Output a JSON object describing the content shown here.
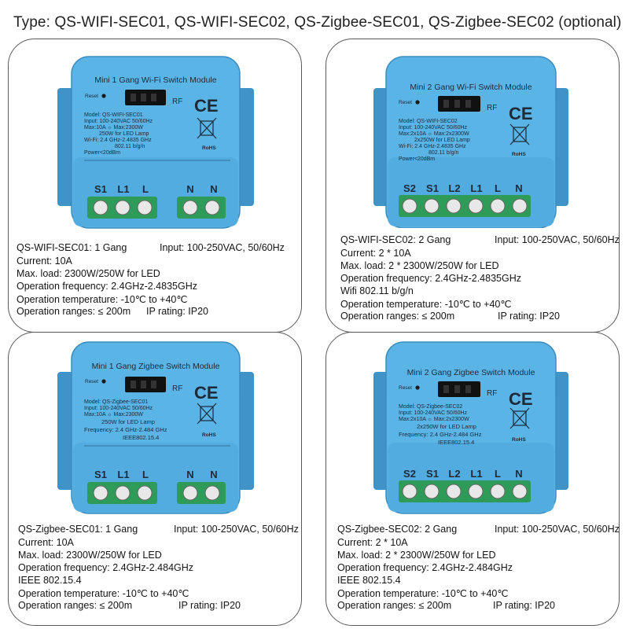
{
  "title": "Type: QS-WIFI-SEC01, QS-WIFI-SEC02, QS-Zigbee-SEC01, QS-Zigbee-SEC02 (optional)",
  "colors": {
    "device_body": "#5ab4e6",
    "device_shadow": "#3f93c6",
    "terminal": "#2e9c58",
    "text_dark": "#1d2a38"
  },
  "cards": [
    {
      "device": {
        "header": "Mini 1 Gang Wi-Fi Switch Module",
        "reset": "Reset",
        "rf": "RF",
        "ce": "CE",
        "rohs": "RoHS",
        "lines": [
          "Model: QS-WIFI-SEC01",
          "Input: 100-240VAC 50/60Hz",
          "Max:10A ☼ Max:2300W",
          "250W for LED Lamp",
          "Wi-Fi: 2.4 GHz-2.4835 GHz",
          "802.11 b/g/n",
          "Power<20dBm"
        ],
        "terminals": [
          "S1",
          "L1",
          "L",
          "N",
          "N"
        ]
      },
      "specs": {
        "name": "QS-WIFI-SEC01: 1 Gang",
        "input": "Input: 100-250VAC, 50/60Hz",
        "current": "Current: 10A",
        "load": "Max.  load: 2300W/250W for LED",
        "freq": "Operation frequency: 2.4GHz-2.4835GHz",
        "temp": "Operation temperature: -10℃ to +40℃",
        "range": "Operation ranges: ≤ 200m",
        "ip": "IP rating: IP20"
      }
    },
    {
      "device": {
        "header": "Mini 2 Gang Wi-Fi Switch Module",
        "reset": "Reset",
        "rf": "RF",
        "ce": "CE",
        "rohs": "RoHS",
        "lines": [
          "Model: QS-WIFI-SEC02",
          "Input: 100-240VAC 50/60Hz",
          "Max:2x10A ☼ Max:2x2300W",
          "2x250W for LED Lamp",
          "Wi-Fi: 2.4 GHz-2.4835 GHz",
          "802.11 b/g/n",
          "Power<20dBm"
        ],
        "terminals": [
          "S2",
          "S1",
          "L2",
          "L1",
          "L",
          "N"
        ]
      },
      "specs": {
        "name": "QS-WIFI-SEC02: 2 Gang",
        "input": "Input: 100-250VAC, 50/60Hz",
        "current": "Current: 2 * 10A",
        "load": "Max.  load: 2 * 2300W/250W for LED",
        "freq": "Operation frequency: 2.4GHz-2.4835GHz",
        "extra": "Wifi 802.11 b/g/n",
        "temp": "Operation temperature: -10℃ to +40℃",
        "range": "Operation ranges: ≤ 200m",
        "ip": "IP rating: IP20"
      }
    },
    {
      "device": {
        "header": "Mini 1 Gang Zigbee Switch Module",
        "reset": "Reset",
        "rf": "RF",
        "ce": "CE",
        "rohs": "RoHS",
        "lines": [
          "Model: QS-Zigbee-SEC01",
          "Input: 100-240VAC 50/60Hz",
          "Max:10A ☼ Max:2300W",
          "250W for LED Lamp",
          "Frequency: 2.4 GHz-2.484 GHz",
          "IEEE802.15.4"
        ],
        "terminals": [
          "S1",
          "L1",
          "L",
          "N",
          "N"
        ]
      },
      "specs": {
        "name": "QS-Zigbee-SEC01: 1 Gang",
        "input": "Input: 100-250VAC, 50/60Hz",
        "current": "Current: 10A",
        "load": "Max.  load: 2300W/250W for LED",
        "freq": "Operation frequency: 2.4GHz-2.484GHz",
        "extra": "IEEE 802.15.4",
        "temp": "Operation temperature: -10℃ to +40℃",
        "range": "Operation ranges: ≤ 200m",
        "ip": "IP rating: IP20"
      }
    },
    {
      "device": {
        "header": "Mini 2 Gang Zigbee Switch Module",
        "reset": "Reset",
        "rf": "RF",
        "ce": "CE",
        "rohs": "RoHS",
        "lines": [
          "Model: QS-Zigbee-SEC02",
          "Input: 100-240VAC 50/60Hz",
          "Max:2x10A ☼ Max:2x2300W",
          "2x250W for LED Lamp",
          "Frequency: 2.4 GHz-2.484 GHz",
          "IEEE802.15.4"
        ],
        "terminals": [
          "S2",
          "S1",
          "L2",
          "L1",
          "L",
          "N"
        ]
      },
      "specs": {
        "name": "QS-Zigbee-SEC02: 2 Gang",
        "input": "Input: 100-250VAC, 50/60Hz",
        "current": "Current: 2 * 10A",
        "load": "Max.  load: 2 * 2300W/250W for LED",
        "freq": "Operation frequency: 2.4GHz-2.484GHz",
        "extra": "IEEE 802.15.4",
        "temp": "Operation temperature: -10℃ to +40℃",
        "range": "Operation ranges: ≤ 200m",
        "ip": "IP rating: IP20"
      }
    }
  ]
}
